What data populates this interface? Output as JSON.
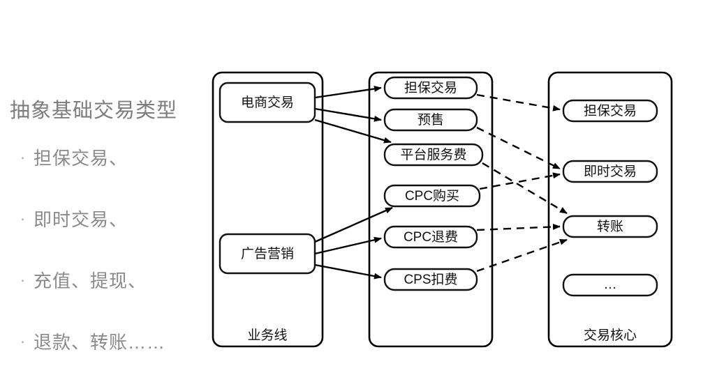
{
  "left_panel": {
    "title": "抽象基础交易类型",
    "bullets": [
      {
        "dot": "·",
        "text": "担保交易、"
      },
      {
        "dot": "·",
        "text": "即时交易、"
      },
      {
        "dot": "·",
        "text": "充值、提现、"
      },
      {
        "dot": "·",
        "text": "退款、转账……"
      }
    ]
  },
  "colors": {
    "text_gray": "#7d7d7d",
    "stroke": "#000000",
    "node_fill": "#ffffff",
    "background": "#ffffff"
  },
  "diagram": {
    "columns": [
      {
        "id": "business-line",
        "label": "业务线",
        "nodes": [
          {
            "id": "ecommerce-trade",
            "label": "电商交易"
          },
          {
            "id": "ad-marketing",
            "label": "广告营销"
          }
        ]
      },
      {
        "id": "trade-scene",
        "label": "",
        "nodes": [
          {
            "id": "escrow-trade",
            "label": "担保交易"
          },
          {
            "id": "presale",
            "label": "预售"
          },
          {
            "id": "platform-service-fee",
            "label": "平台服务费"
          },
          {
            "id": "cpc-purchase",
            "label": "CPC购买"
          },
          {
            "id": "cpc-refund",
            "label": "CPC退费"
          },
          {
            "id": "cps-deduction",
            "label": "CPS扣费"
          }
        ]
      },
      {
        "id": "trade-core",
        "label": "交易核心",
        "nodes": [
          {
            "id": "core-escrow-trade",
            "label": "担保交易"
          },
          {
            "id": "core-instant-trade",
            "label": "即时交易"
          },
          {
            "id": "core-transfer",
            "label": "转账"
          },
          {
            "id": "core-more",
            "label": "…"
          }
        ]
      }
    ],
    "edges_solid": [
      {
        "from": "电商交易",
        "to": "担保交易"
      },
      {
        "from": "电商交易",
        "to": "预售"
      },
      {
        "from": "电商交易",
        "to": "平台服务费"
      },
      {
        "from": "广告营销",
        "to": "CPC购买"
      },
      {
        "from": "广告营销",
        "to": "CPC退费"
      },
      {
        "from": "广告营销",
        "to": "CPS扣费"
      }
    ],
    "edges_dashed": [
      {
        "from": "担保交易",
        "to": "担保交易"
      },
      {
        "from": "预售",
        "to": "即时交易"
      },
      {
        "from": "平台服务费",
        "to": "转账"
      },
      {
        "from": "CPC购买",
        "to": "即时交易"
      },
      {
        "from": "CPC退费",
        "to": "转账"
      },
      {
        "from": "CPS扣费",
        "to": "转账"
      }
    ]
  }
}
